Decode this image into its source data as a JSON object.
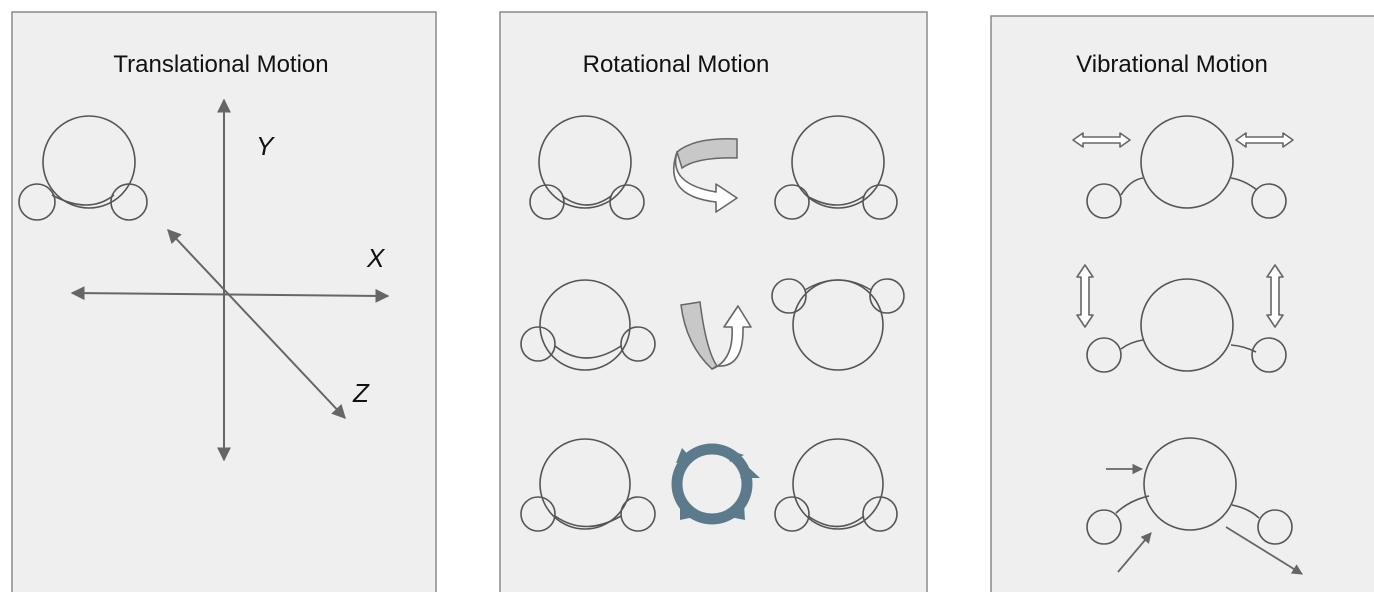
{
  "panels": {
    "translational": {
      "title": "Translational Motion",
      "axes": {
        "x": "X",
        "y": "Y",
        "z": "Z"
      }
    },
    "rotational": {
      "title": "Rotational Motion"
    },
    "vibrational": {
      "title": "Vibrational Motion"
    }
  },
  "colors": {
    "panel_fill": "#efefef",
    "panel_border": "#8a8a8a",
    "line": "#555555",
    "ribbon_fill": "#c8c8c8",
    "cycle_arrows": "#5b7a8c"
  }
}
